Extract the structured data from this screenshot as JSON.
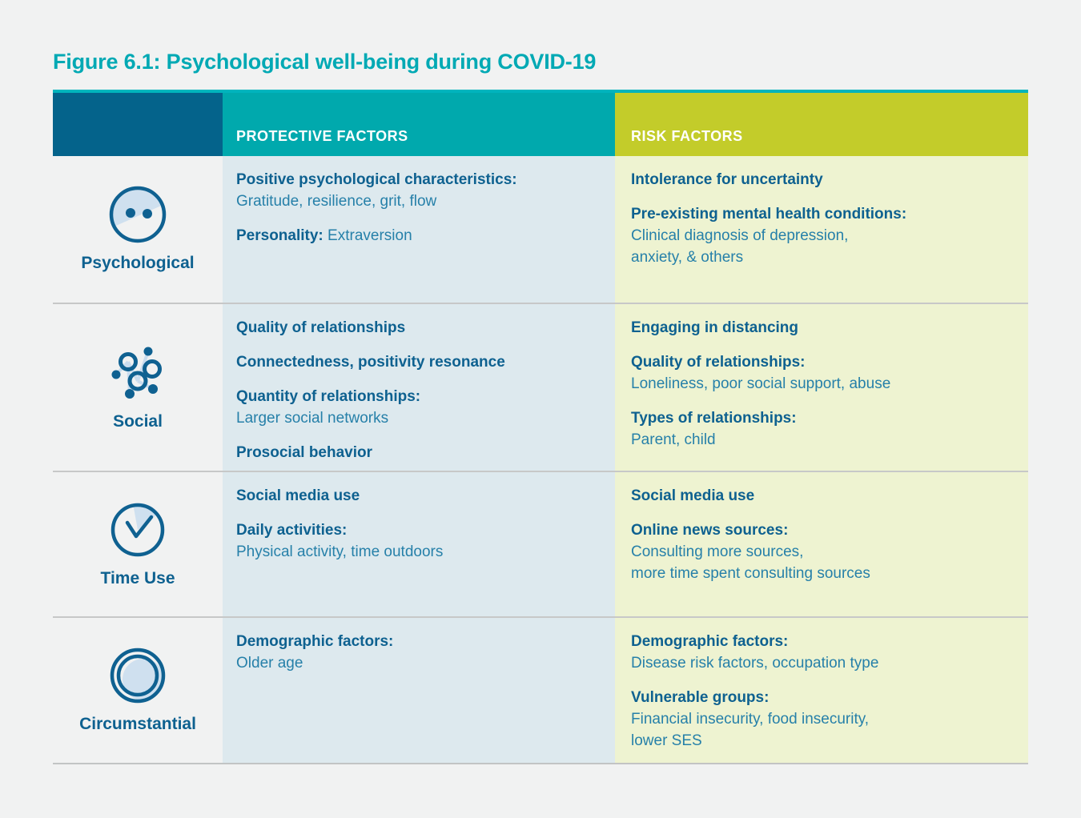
{
  "title": "Figure 6.1: Psychological well-being during COVID-19",
  "colors": {
    "accent_teal": "#00a9b4",
    "top_rule_teal": "#00b4bd",
    "corner_header_blue": "#04638b",
    "protective_header_bg": "#00a9ad",
    "risk_header_bg": "#c3cc2a",
    "protective_cell_bg": "#dde9ee",
    "risk_cell_bg": "#eef3d1",
    "heading_text": "#0e6190",
    "body_text": "#2680a9",
    "icon_dark_blue": "#0f6191",
    "icon_light_blue": "#cfe0ef"
  },
  "header": {
    "protective_label": "PROTECTIVE FACTORS",
    "risk_label": "RISK FACTORS"
  },
  "rows": [
    {
      "label": "Psychological",
      "icon": "face-icon",
      "protective": [
        {
          "heading": "Positive psychological characteristics:",
          "body": [
            "Gratitude, resilience, grit, flow"
          ]
        },
        {
          "heading": "Personality:",
          "inline": "Extraversion"
        }
      ],
      "risk": [
        {
          "heading": "Intolerance for uncertainty"
        },
        {
          "heading": "Pre-existing mental health conditions:",
          "body": [
            "Clinical diagnosis of depression,",
            "anxiety, & others"
          ]
        }
      ]
    },
    {
      "label": "Social",
      "icon": "network-icon",
      "protective": [
        {
          "heading": "Quality of relationships"
        },
        {
          "heading": "Connectedness, positivity resonance"
        },
        {
          "heading": "Quantity of relationships:",
          "body": [
            "Larger social networks"
          ]
        },
        {
          "heading": "Prosocial behavior"
        }
      ],
      "risk": [
        {
          "heading": "Engaging in distancing"
        },
        {
          "heading": "Quality of relationships:",
          "body": [
            "Loneliness, poor social support, abuse"
          ]
        },
        {
          "heading": "Types of relationships:",
          "body": [
            "Parent, child"
          ]
        }
      ]
    },
    {
      "label": "Time Use",
      "icon": "clock-icon",
      "protective": [
        {
          "heading": "Social media use"
        },
        {
          "heading": "Daily activities:",
          "body": [
            "Physical activity, time outdoors"
          ]
        }
      ],
      "risk": [
        {
          "heading": "Social media use"
        },
        {
          "heading": "Online news sources:",
          "body": [
            "Consulting more sources,",
            "more time spent consulting sources"
          ]
        }
      ]
    },
    {
      "label": "Circumstantial",
      "icon": "concentric-circles-icon",
      "protective": [
        {
          "heading": "Demographic factors:",
          "body": [
            "Older age"
          ]
        }
      ],
      "risk": [
        {
          "heading": "Demographic factors:",
          "body": [
            "Disease risk factors, occupation type"
          ]
        },
        {
          "heading": "Vulnerable groups:",
          "body": [
            "Financial insecurity, food insecurity,",
            "lower SES"
          ]
        }
      ]
    }
  ]
}
